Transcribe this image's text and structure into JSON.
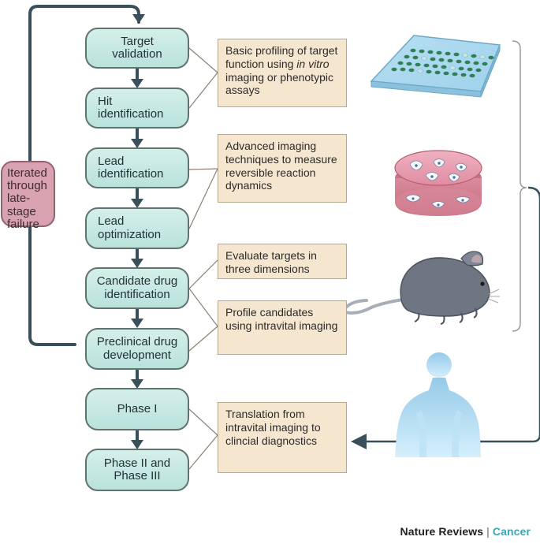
{
  "stages": [
    "Target\nvalidation",
    "Hit\nidentification",
    "Lead\nidentification",
    "Lead\noptimization",
    "Candidate drug\nidentification",
    "Preclinical drug\ndevelopment",
    "Phase I",
    "Phase II and\nPhase III"
  ],
  "failure_box": "Iterated\nthrough\nlate-stage\nfailure",
  "notes": [
    {
      "pre": "Basic profiling of target function using ",
      "emph": "in vitro",
      "post": " imaging or phenotypic assays"
    },
    {
      "text": "Advanced imaging techniques to measure reversible reaction dynamics"
    },
    {
      "text": "Evaluate targets in three dimensions"
    },
    {
      "text": "Profile candidates using intravital imaging"
    },
    {
      "text": "Translation from intravital imaging to clincial diagnostics"
    }
  ],
  "brand": {
    "name": "Nature Reviews",
    "separator": "|",
    "section": "Cancer"
  },
  "icons": {
    "well_plate": "well-plate-icon",
    "petri_dish": "petri-dish-icon",
    "mouse": "mouse-icon",
    "human": "human-silhouette-icon"
  },
  "colors": {
    "stage_fill": "#c9e8e2",
    "note_fill": "#f5e7cf",
    "failure_fill": "#d9a2b0",
    "arrow": "#394f59",
    "brand_accent": "#39a6b7"
  }
}
